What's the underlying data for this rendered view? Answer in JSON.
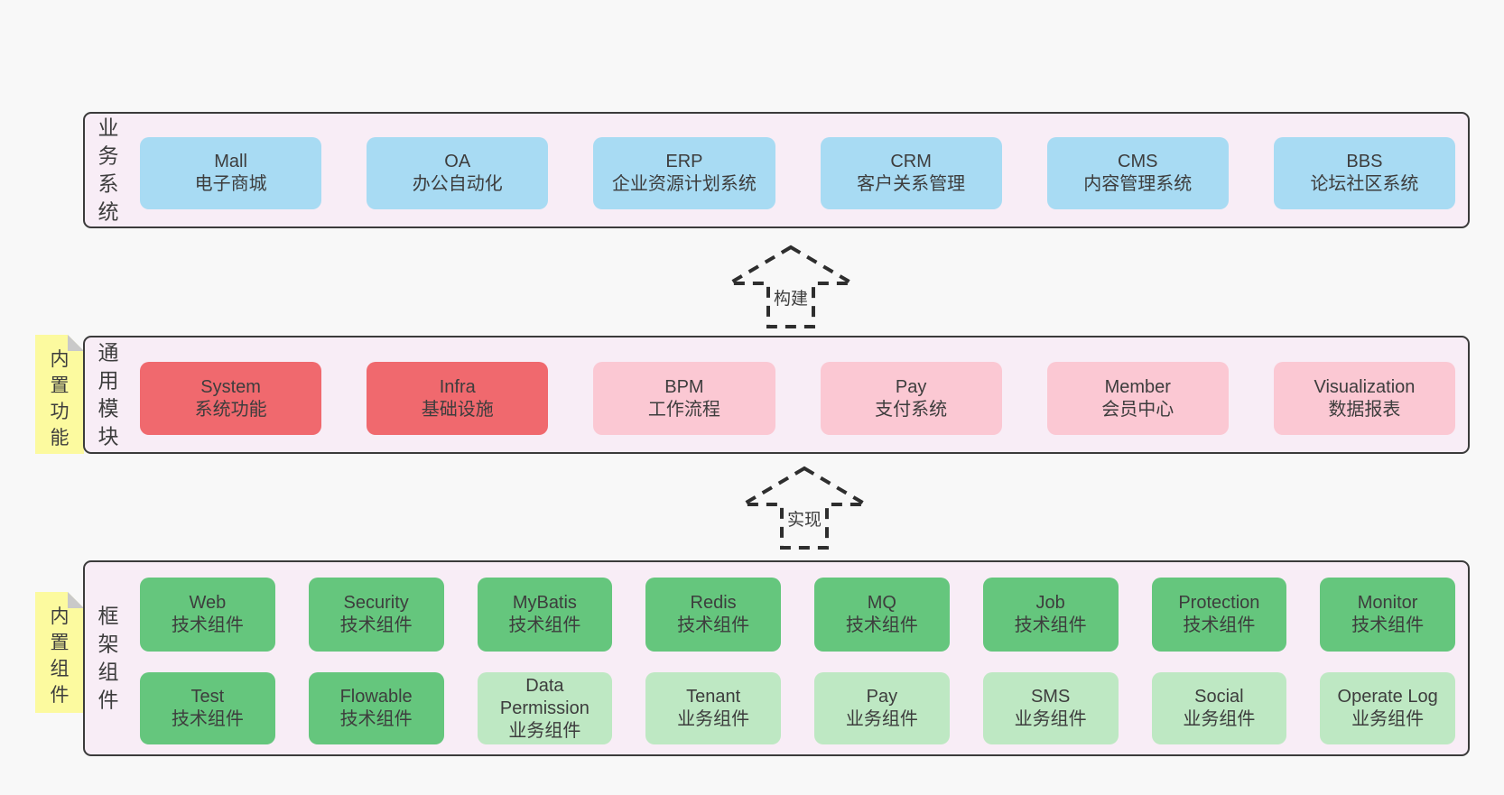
{
  "colors": {
    "page_bg": "#f8f8f8",
    "section_bg": "#f8edf6",
    "section_border": "#3b3b3b",
    "blue_box": "#a8dbf3",
    "red_box": "#f0696e",
    "pink_box": "#fbc8d3",
    "green_box": "#65c67d",
    "green_light_box": "#bee8c3",
    "sticky_bg": "#fcfa9f",
    "sticky_fold": "#c9c9c9",
    "text": "#3d3d3d"
  },
  "arrows": {
    "build": "构建",
    "implement": "实现"
  },
  "business": {
    "label": "业务系统",
    "items": [
      {
        "title": "Mall",
        "subtitle": "电子商城"
      },
      {
        "title": "OA",
        "subtitle": "办公自动化"
      },
      {
        "title": "ERP",
        "subtitle": "企业资源计划系统"
      },
      {
        "title": "CRM",
        "subtitle": "客户关系管理"
      },
      {
        "title": "CMS",
        "subtitle": "内容管理系统"
      },
      {
        "title": "BBS",
        "subtitle": "论坛社区系统"
      }
    ]
  },
  "modules": {
    "label": "通用模块",
    "sticky": "内置功能",
    "items": [
      {
        "title": "System",
        "subtitle": "系统功能"
      },
      {
        "title": "Infra",
        "subtitle": "基础设施"
      },
      {
        "title": "BPM",
        "subtitle": "工作流程"
      },
      {
        "title": "Pay",
        "subtitle": "支付系统"
      },
      {
        "title": "Member",
        "subtitle": "会员中心"
      },
      {
        "title": "Visualization",
        "subtitle": "数据报表"
      }
    ]
  },
  "framework": {
    "label": "框架组件",
    "sticky": "内置组件",
    "row1": [
      {
        "title": "Web",
        "subtitle": "技术组件"
      },
      {
        "title": "Security",
        "subtitle": "技术组件"
      },
      {
        "title": "MyBatis",
        "subtitle": "技术组件"
      },
      {
        "title": "Redis",
        "subtitle": "技术组件"
      },
      {
        "title": "MQ",
        "subtitle": "技术组件"
      },
      {
        "title": "Job",
        "subtitle": "技术组件"
      },
      {
        "title": "Protection",
        "subtitle": "技术组件"
      },
      {
        "title": "Monitor",
        "subtitle": "技术组件"
      }
    ],
    "row2": [
      {
        "title": "Test",
        "subtitle": "技术组件"
      },
      {
        "title": "Flowable",
        "subtitle": "技术组件"
      },
      {
        "title": "Data Permission",
        "subtitle": "业务组件"
      },
      {
        "title": "Tenant",
        "subtitle": "业务组件"
      },
      {
        "title": "Pay",
        "subtitle": "业务组件"
      },
      {
        "title": "SMS",
        "subtitle": "业务组件"
      },
      {
        "title": "Social",
        "subtitle": "业务组件"
      },
      {
        "title": "Operate Log",
        "subtitle": "业务组件"
      }
    ]
  }
}
